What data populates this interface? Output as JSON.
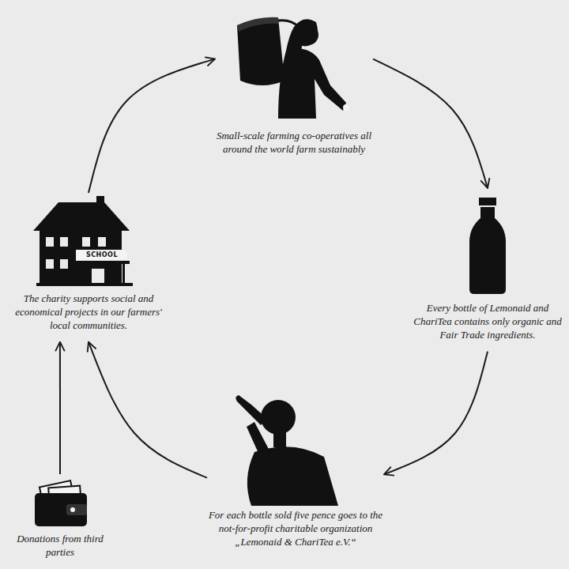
{
  "diagram": {
    "nodes": [
      {
        "text": [
          "Small-scale farming co-operatives all around the world farm sustainably"
        ]
      },
      {
        "text": [
          "Every bottle of Lemonaid and ChariTea contains only organic and Fair Trade ingredients."
        ]
      },
      {
        "text": [
          "For each bottle sold five pence goes to the not-for-profit charitable organization „Lemonaid & ChariTea e.V.“"
        ]
      },
      {
        "text": [
          "The charity supports social and economical projects in our farmers' local communities."
        ]
      },
      {
        "text": [
          "Donations from third parties"
        ]
      }
    ],
    "edges": [
      {
        "from": 0,
        "to": 1,
        "arrow": "to"
      },
      {
        "from": 1,
        "to": 2,
        "arrow": "to"
      },
      {
        "from": 2,
        "to": 3,
        "arrow": "to"
      },
      {
        "from": 3,
        "to": 0,
        "arrow": "to"
      },
      {
        "from": 4,
        "to": 3,
        "arrow": "to"
      }
    ],
    "labels": [
      "SCHOOL"
    ]
  }
}
